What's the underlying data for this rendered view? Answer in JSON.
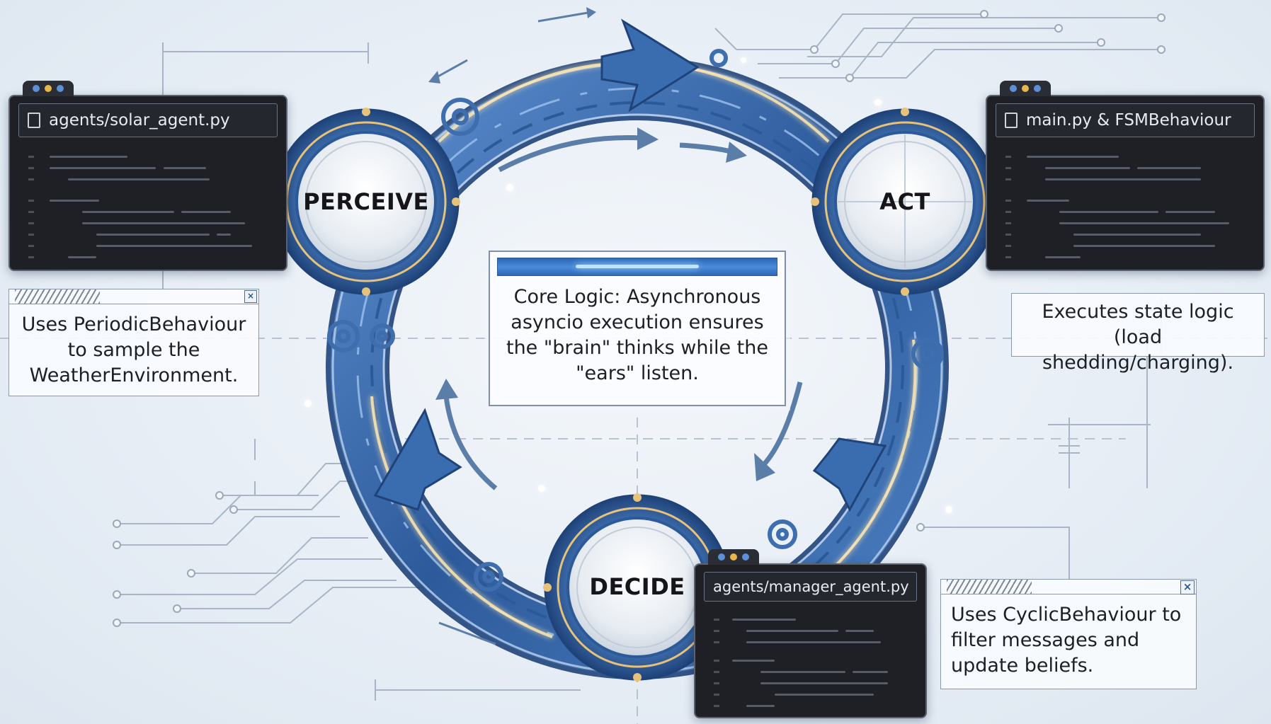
{
  "colors": {
    "background": "#e9eff6",
    "ring_dark": "#24497e",
    "ring_mid": "#3b6cae",
    "ring_light": "#8fb5e3",
    "gold_accent": "#e7c27a",
    "code_bg": "#1e2026",
    "circuit_line": "#a9b5c5"
  },
  "nodes": {
    "perceive": {
      "label": "PERCEIVE"
    },
    "act": {
      "label": "ACT"
    },
    "decide": {
      "label": "DECIDE"
    }
  },
  "code_windows": {
    "solar": {
      "filename": "agents/solar_agent.py"
    },
    "main": {
      "filename": "main.py & FSMBehaviour"
    },
    "manager": {
      "filename": "agents/manager_agent.py"
    }
  },
  "captions": {
    "perceive": {
      "lines": [
        "Uses PeriodicBehaviour",
        "to sample the",
        "WeatherEnvironment."
      ]
    },
    "act": {
      "lines": [
        "Executes state logic",
        "(load shedding/charging)."
      ]
    },
    "decide": {
      "lines": [
        "Uses CyclicBehaviour to",
        "filter messages and",
        "update beliefs."
      ]
    }
  },
  "core": {
    "lines": [
      "Core Logic: Asynchronous",
      "asyncio execution ensures",
      "the \"brain\" thinks while the",
      "\"ears\" listen."
    ]
  },
  "icons": [
    "file-icon",
    "gear-icon",
    "close-icon",
    "window-dots"
  ]
}
